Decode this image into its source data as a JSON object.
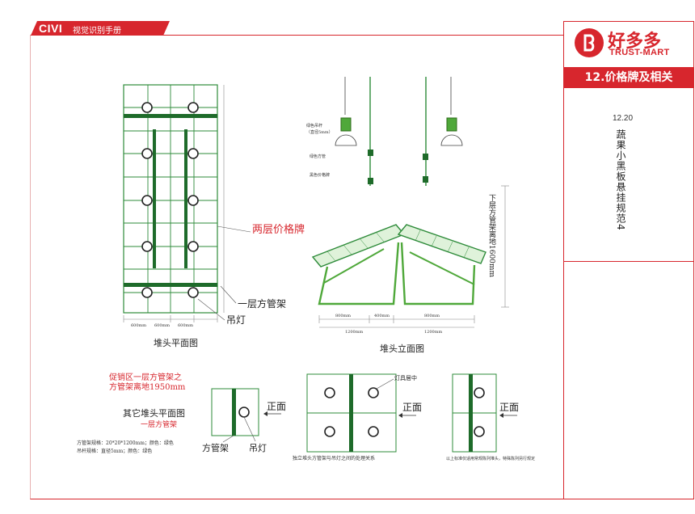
{
  "header": {
    "brand": "CIVI",
    "manual": "视觉识别手册"
  },
  "logo": {
    "cn": "好多多",
    "en": "TRUST-MART"
  },
  "section": {
    "title": "12.价格牌及相关",
    "number": "12.20",
    "subtitle": "蔬果小黑板悬挂规范4"
  },
  "plan": {
    "label_two_layer": "两层价格牌",
    "label_pipe": "一层方管架",
    "label_lamp": "吊灯",
    "caption": "堆头平面图",
    "dims": [
      "600mm",
      "600mm",
      "600mm"
    ]
  },
  "elevation": {
    "label_pole": "绿色吊杆",
    "label_pole2": "（直径5mm）",
    "label_bar": "绿色方管",
    "label_board": "黑色价格牌",
    "vertical_note": "下层方管架离地1600mm",
    "dims": [
      "800mm",
      "400mm",
      "800mm"
    ],
    "totals": [
      "1200mm",
      "1200mm"
    ],
    "caption": "堆头立面图"
  },
  "bottom": {
    "promo_line1": "促销区一层方管架之",
    "promo_line2": "方管架离地1950mm",
    "other_title": "其它堆头平面图",
    "other_sub": "一层方管架",
    "spec1": "方管架规格：20*20*1200mm；颜色：绿色",
    "spec2": "吊杆规格：直径5mm；颜色：绿色",
    "front": "正面",
    "label_pipe": "方管架",
    "label_lamp": "吊灯",
    "lamp_center": "灯具居中",
    "mid_caption": "独立堆头方管架与吊灯之间的处理关系",
    "right_caption": "以上标准仅适用常规陈列堆头，特殊陈列另行规定"
  },
  "colors": {
    "accent": "#d7262d",
    "green_line": "#2e8b3a",
    "green_fill": "#d9f0d3",
    "dark_green": "#1e6b2a"
  }
}
